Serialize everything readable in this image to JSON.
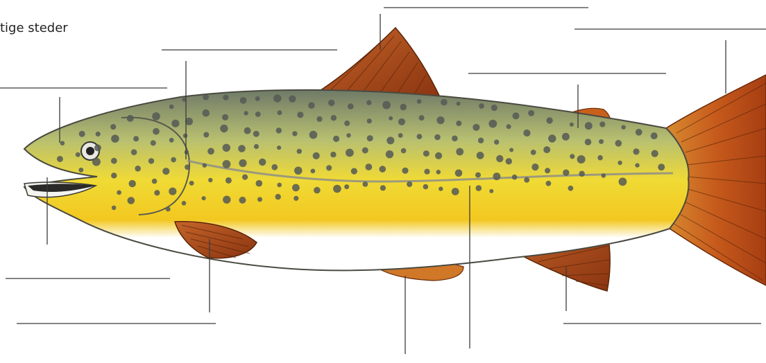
{
  "instruction": "tige steder",
  "colors": {
    "line": "#3a3a3a",
    "fin": "#b5521c",
    "finDark": "#6e2a0c",
    "bodyTop": "#7f8f78",
    "bodyYellow": "#f0d430",
    "belly": "#ffffff",
    "spot": "#555a55",
    "lateralLine": "#8e8e8a"
  },
  "blanks": [
    {
      "id": "dorsal-fin",
      "filled": ""
    },
    {
      "id": "tail-fin",
      "filled": ""
    },
    {
      "id": "lateral-body",
      "filled": ""
    },
    {
      "id": "adipose-fin",
      "filled": ""
    },
    {
      "id": "nostril",
      "filled": ""
    },
    {
      "id": "mouth",
      "filled": ""
    },
    {
      "id": "pectoral-fin",
      "filled": ""
    },
    {
      "id": "pelvic-fin",
      "filled": ""
    },
    {
      "id": "lateral-line",
      "filled": ""
    },
    {
      "id": "anal-fin",
      "filled": ""
    }
  ]
}
